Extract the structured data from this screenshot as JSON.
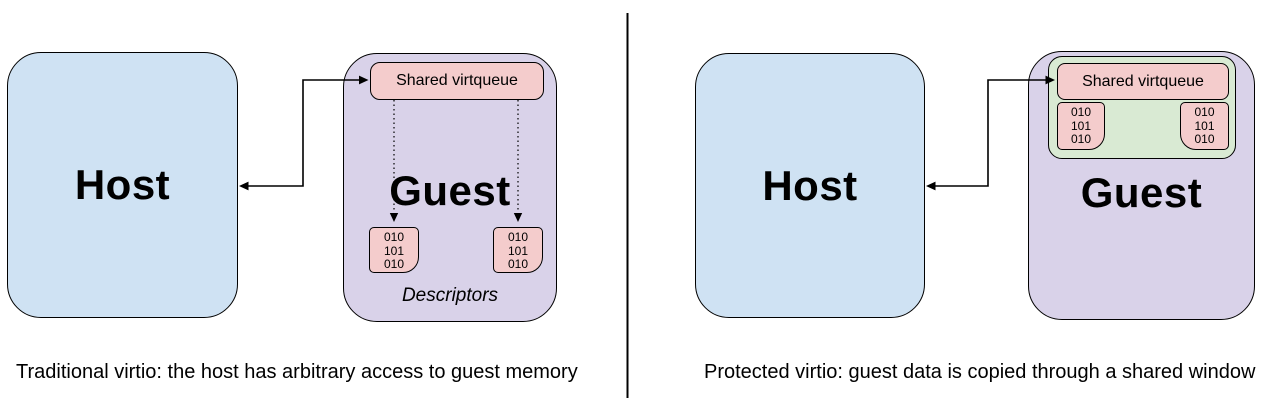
{
  "colors": {
    "background": "#ffffff",
    "host-fill": "#cfe2f3",
    "guest-fill": "#d9d2e9",
    "queue-fill": "#f4cccc",
    "window-fill": "#d9ead3",
    "border": "#000000"
  },
  "left_panel": {
    "host_label": "Host",
    "guest_label": "Guest",
    "virtqueue_label": "Shared virtqueue",
    "descriptors_label": "Descriptors",
    "descriptor_boxes": [
      {
        "lines": [
          "010",
          "101",
          "010"
        ]
      },
      {
        "lines": [
          "010",
          "101",
          "010"
        ]
      }
    ],
    "caption": "Traditional virtio: the host has arbitrary access to guest memory"
  },
  "right_panel": {
    "host_label": "Host",
    "guest_label": "Guest",
    "virtqueue_label": "Shared virtqueue",
    "descriptor_boxes": [
      {
        "lines": [
          "010",
          "101",
          "010"
        ]
      },
      {
        "lines": [
          "010",
          "101",
          "010"
        ]
      }
    ],
    "caption": "Protected virtio: guest data is copied through a shared window"
  }
}
